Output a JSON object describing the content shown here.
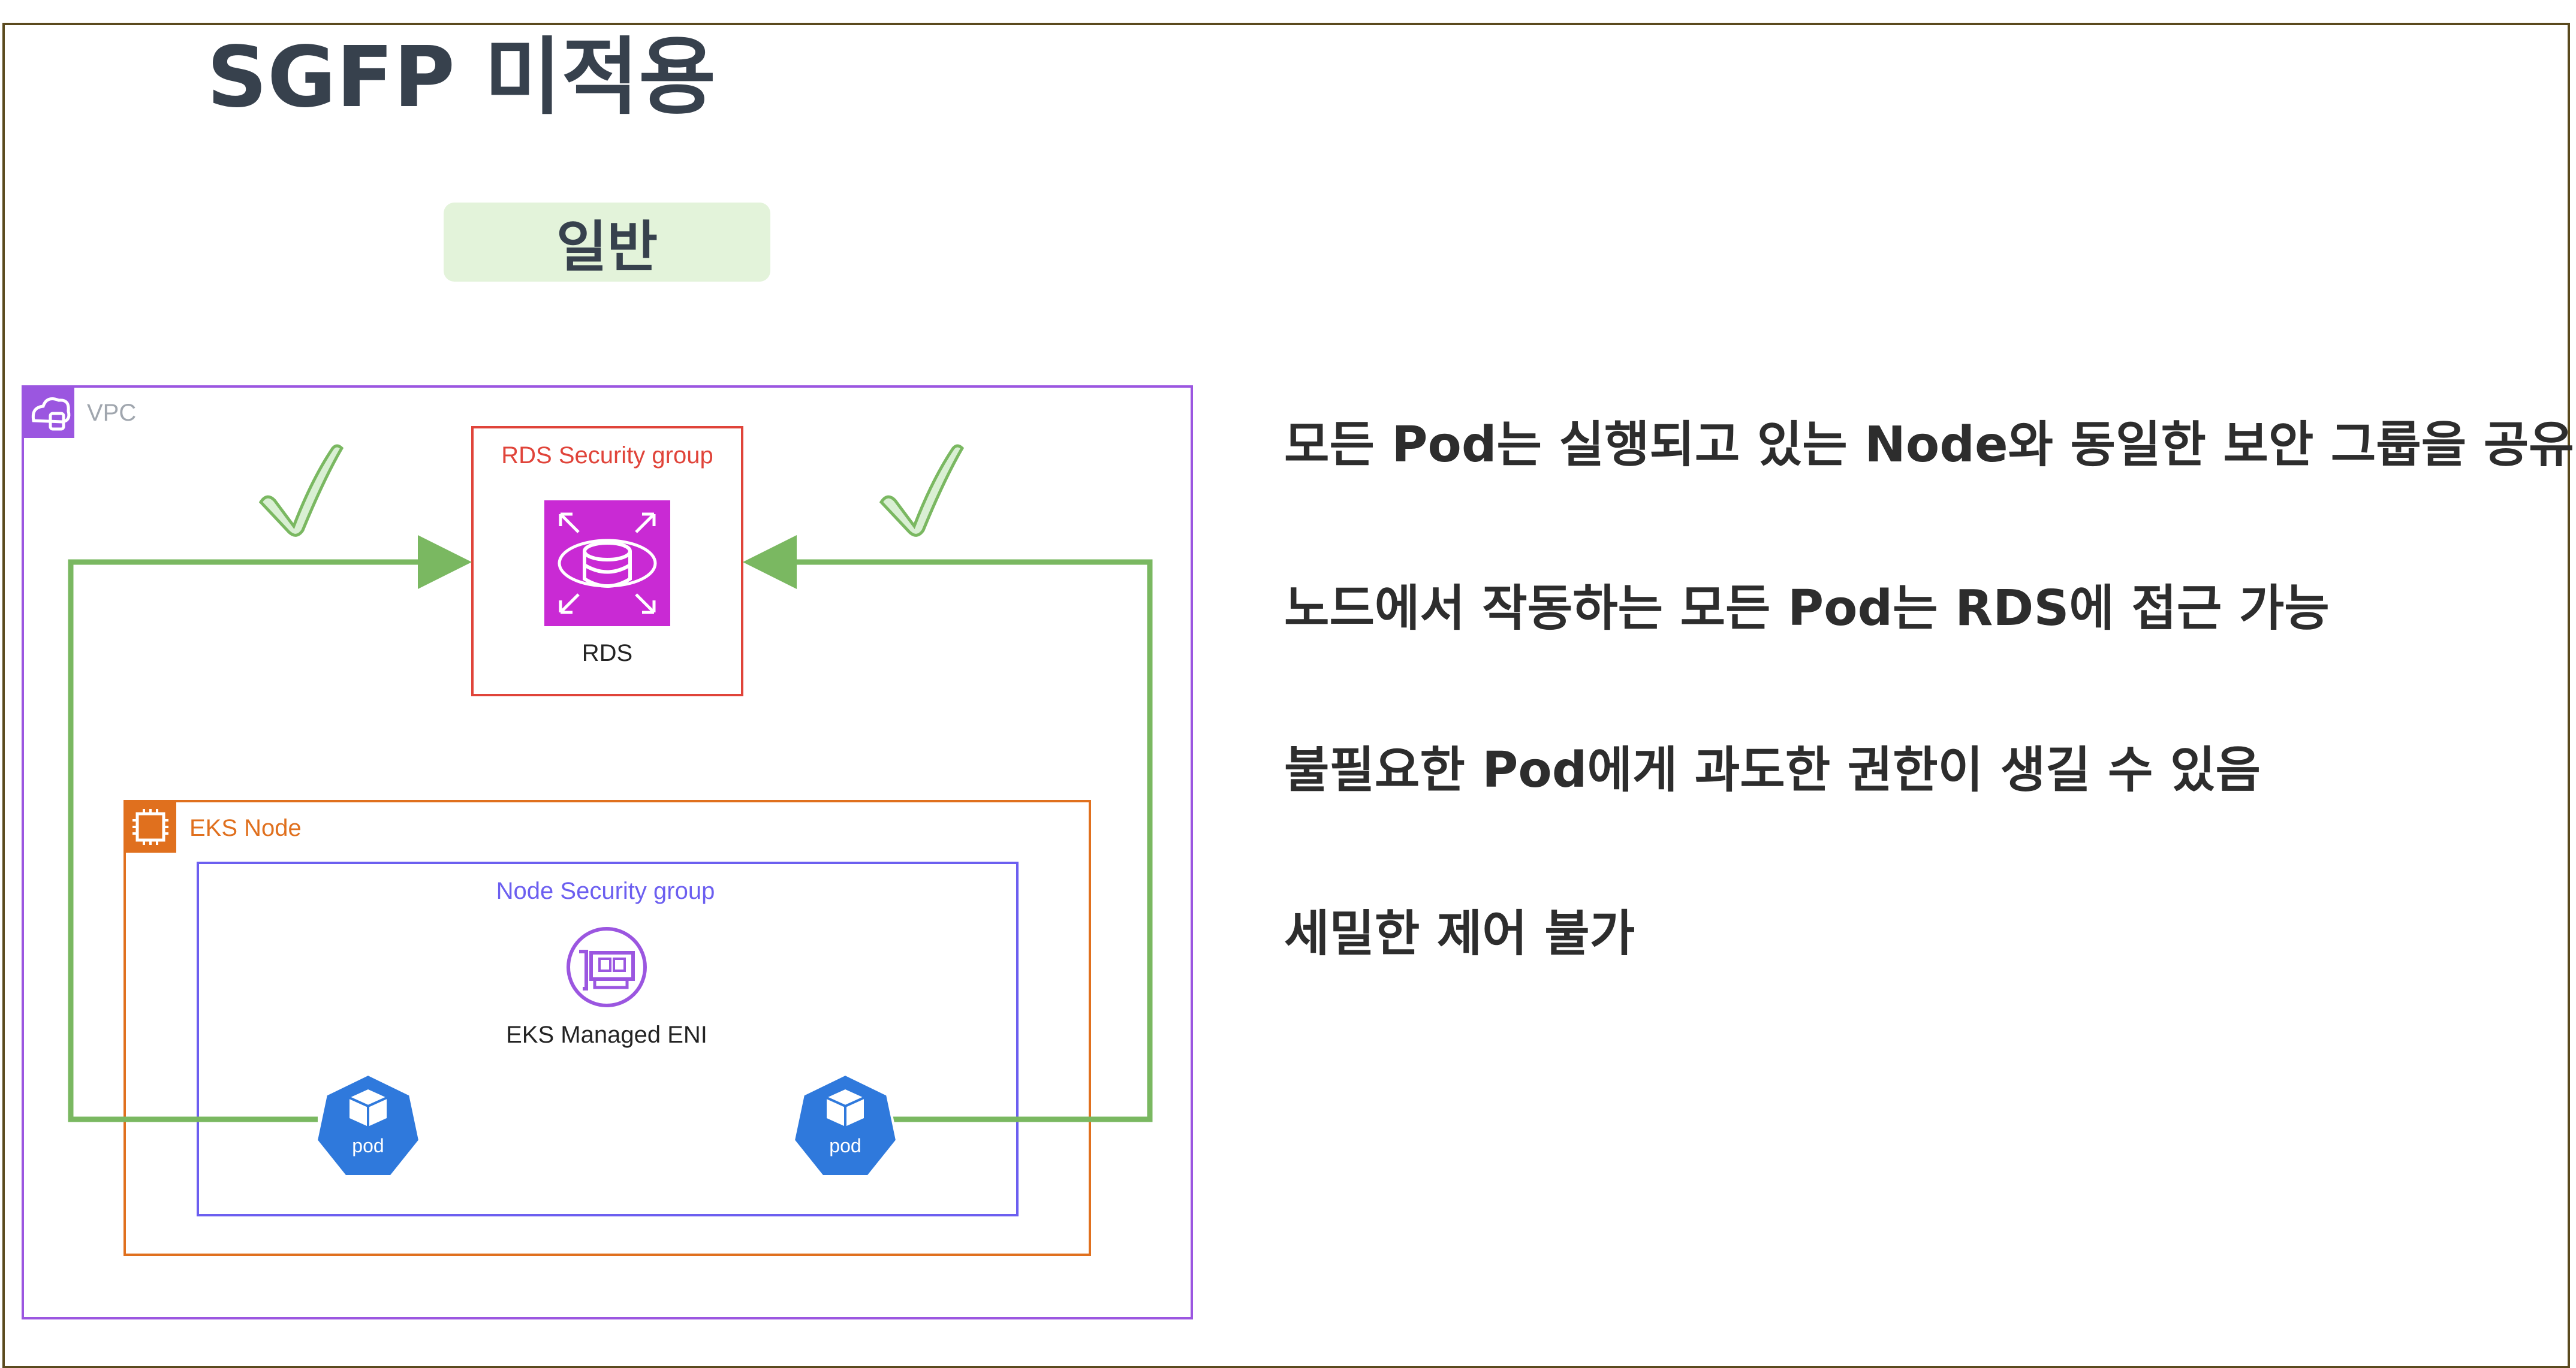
{
  "title": "SGFP 미적용",
  "badge": "일반",
  "diagram": {
    "vpc_label": "VPC",
    "rds_sg_label": "RDS Security group",
    "rds_label": "RDS",
    "eks_node_label": "EKS Node",
    "node_sg_label": "Node Security group",
    "eni_label": "EKS Managed ENI",
    "pod_left_label": "pod",
    "pod_right_label": "pod",
    "colors": {
      "vpc": "#9b56e0",
      "rds_sg": "#e0443a",
      "rds_icon": "#c92ad4",
      "eks_node": "#e0701e",
      "node_sg": "#6c5ff0",
      "pod": "#2f79dc",
      "arrow": "#7ab861",
      "check_fill": "#d9efd3",
      "check_stroke": "#7ab861"
    }
  },
  "notes": [
    "모든 Pod는 실행되고 있는 Node와 동일한 보안 그룹을 공유",
    "노드에서 작동하는 모든 Pod는 RDS에 접근 가능",
    "불필요한 Pod에게 과도한 권한이 생길 수 있음",
    "세밀한 제어 불가"
  ]
}
